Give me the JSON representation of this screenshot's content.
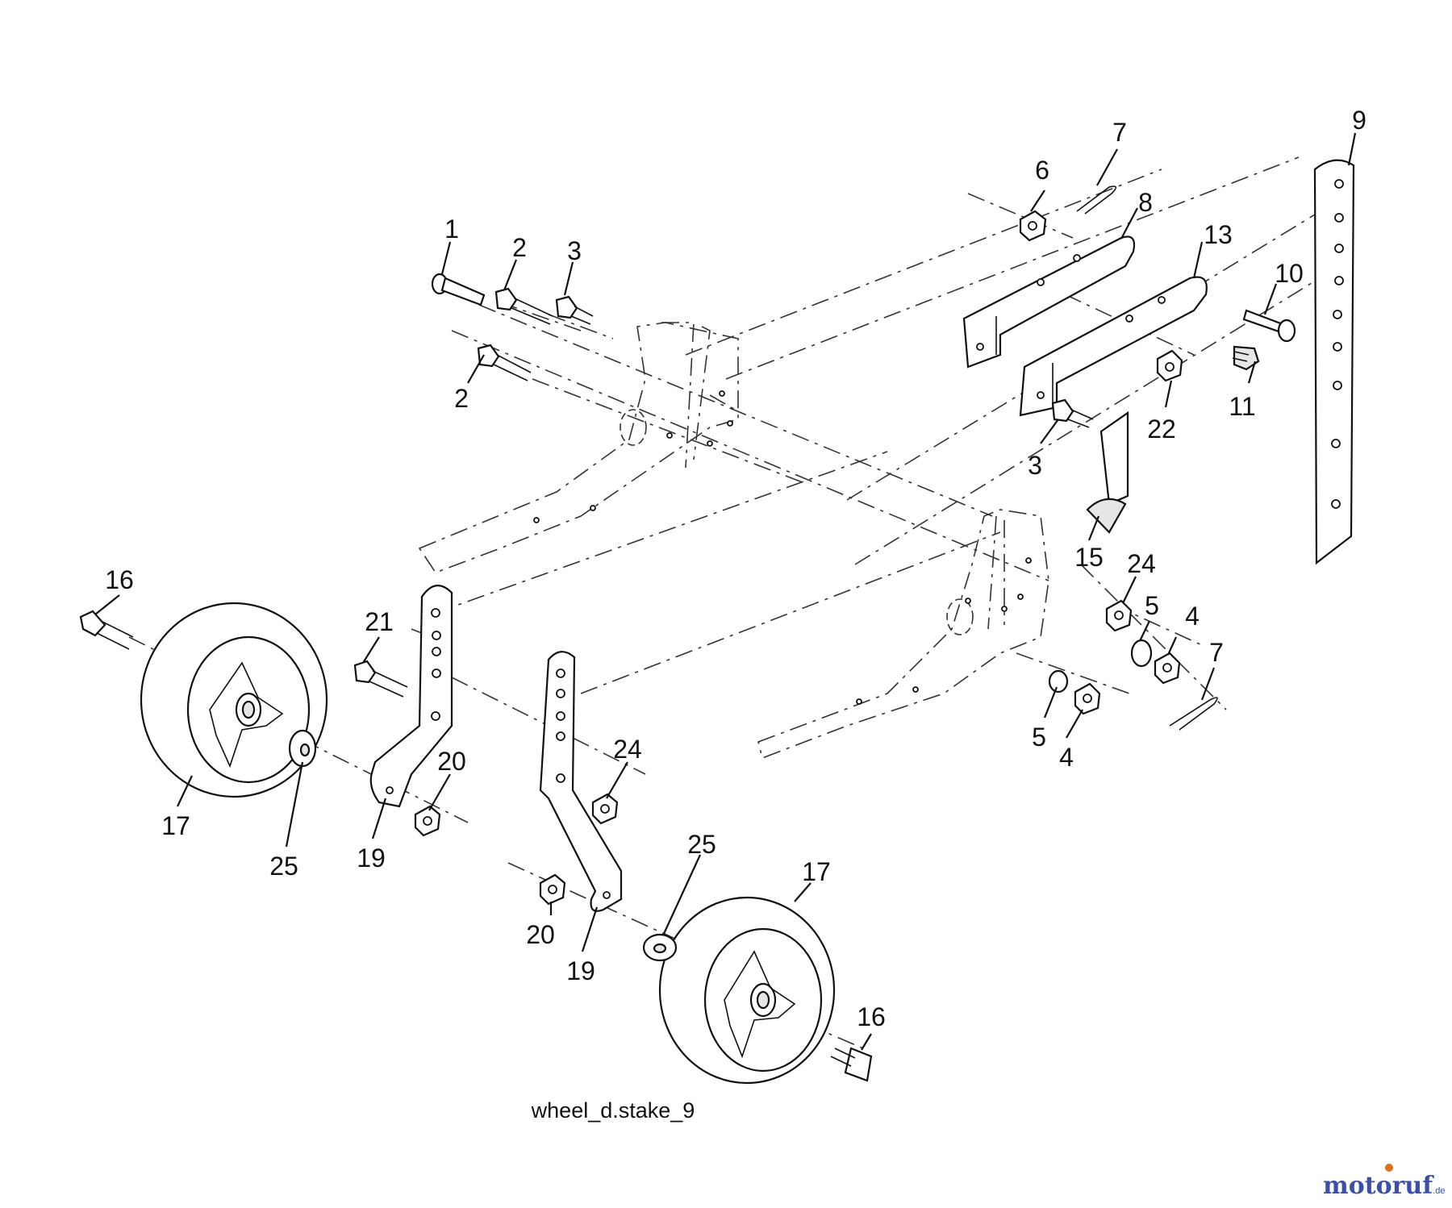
{
  "caption": "wheel_d.stake_9",
  "watermark": {
    "brand_main": "motoruf",
    "brand_suffix": ".de",
    "color_main": "#3b4fa8",
    "color_accent": "#e0701e"
  },
  "callouts": [
    "1",
    "2",
    "3",
    "2",
    "6",
    "7",
    "8",
    "13",
    "9",
    "10",
    "11",
    "22",
    "3",
    "15",
    "24",
    "5",
    "4",
    "7",
    "5",
    "4",
    "16",
    "21",
    "17",
    "25",
    "20",
    "19",
    "24",
    "25",
    "17",
    "20",
    "19",
    "16"
  ]
}
